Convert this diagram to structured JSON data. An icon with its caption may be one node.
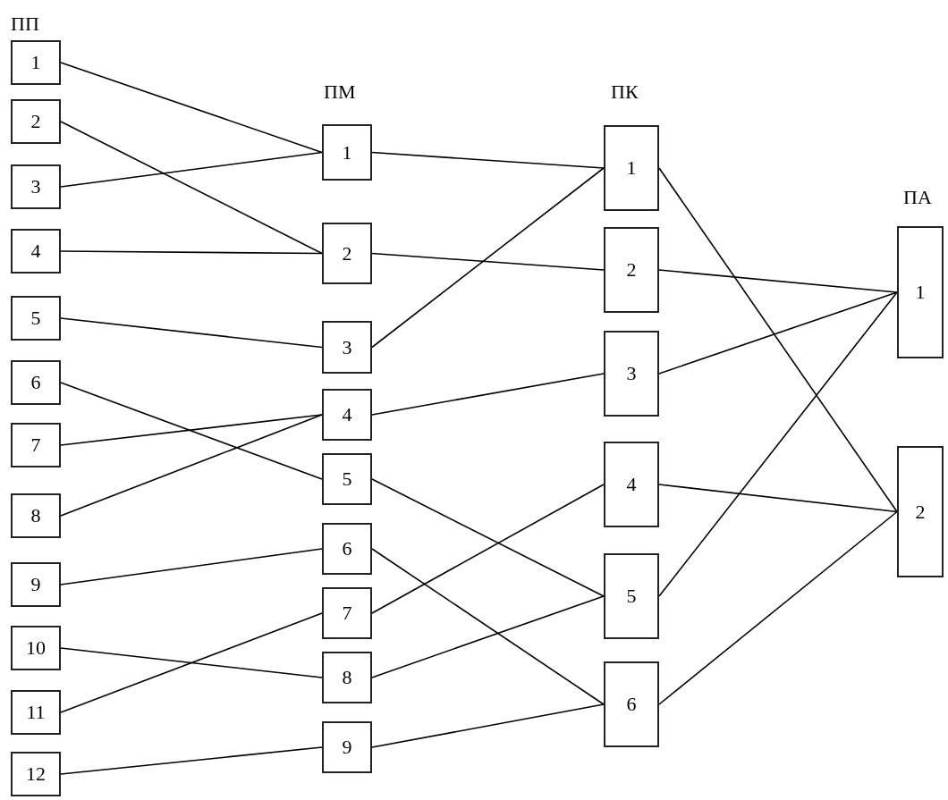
{
  "diagram": {
    "nodes": [
      {
        "text": [
          "1"
        ]
      },
      {
        "text": [
          "2"
        ]
      },
      {
        "text": [
          "3"
        ]
      },
      {
        "text": [
          "4"
        ]
      },
      {
        "text": [
          "5"
        ]
      },
      {
        "text": [
          "6"
        ]
      },
      {
        "text": [
          "7"
        ]
      },
      {
        "text": [
          "8"
        ]
      },
      {
        "text": [
          "9"
        ]
      },
      {
        "text": [
          "10"
        ]
      },
      {
        "text": [
          "11"
        ]
      },
      {
        "text": [
          "12"
        ]
      },
      {
        "text": [
          "1"
        ]
      },
      {
        "text": [
          "2"
        ]
      },
      {
        "text": [
          "3"
        ]
      },
      {
        "text": [
          "4"
        ]
      },
      {
        "text": [
          "5"
        ]
      },
      {
        "text": [
          "6"
        ]
      },
      {
        "text": [
          "7"
        ]
      },
      {
        "text": [
          "8"
        ]
      },
      {
        "text": [
          "9"
        ]
      },
      {
        "text": [
          "1"
        ]
      },
      {
        "text": [
          "2"
        ]
      },
      {
        "text": [
          "3"
        ]
      },
      {
        "text": [
          "4"
        ]
      },
      {
        "text": [
          "5"
        ]
      },
      {
        "text": [
          "6"
        ]
      },
      {
        "text": [
          "1"
        ]
      },
      {
        "text": [
          "2"
        ]
      }
    ],
    "edges": [
      {
        "from": 0,
        "to": 12,
        "arrow": "none"
      },
      {
        "from": 1,
        "to": 13,
        "arrow": "none"
      },
      {
        "from": 2,
        "to": 12,
        "arrow": "none"
      },
      {
        "from": 3,
        "to": 13,
        "arrow": "none"
      },
      {
        "from": 4,
        "to": 14,
        "arrow": "none"
      },
      {
        "from": 5,
        "to": 16,
        "arrow": "none"
      },
      {
        "from": 6,
        "to": 15,
        "arrow": "none"
      },
      {
        "from": 7,
        "to": 15,
        "arrow": "none"
      },
      {
        "from": 8,
        "to": 17,
        "arrow": "none"
      },
      {
        "from": 9,
        "to": 19,
        "arrow": "none"
      },
      {
        "from": 10,
        "to": 18,
        "arrow": "none"
      },
      {
        "from": 11,
        "to": 20,
        "arrow": "none"
      },
      {
        "from": 12,
        "to": 21,
        "arrow": "none"
      },
      {
        "from": 13,
        "to": 22,
        "arrow": "none"
      },
      {
        "from": 14,
        "to": 21,
        "arrow": "none"
      },
      {
        "from": 15,
        "to": 23,
        "arrow": "none"
      },
      {
        "from": 16,
        "to": 25,
        "arrow": "none"
      },
      {
        "from": 17,
        "to": 26,
        "arrow": "none"
      },
      {
        "from": 18,
        "to": 24,
        "arrow": "none"
      },
      {
        "from": 19,
        "to": 25,
        "arrow": "none"
      },
      {
        "from": 20,
        "to": 26,
        "arrow": "none"
      },
      {
        "from": 21,
        "to": 28,
        "arrow": "none"
      },
      {
        "from": 22,
        "to": 27,
        "arrow": "none"
      },
      {
        "from": 23,
        "to": 27,
        "arrow": "none"
      },
      {
        "from": 24,
        "to": 28,
        "arrow": "none"
      },
      {
        "from": 25,
        "to": 27,
        "arrow": "none"
      },
      {
        "from": 26,
        "to": 28,
        "arrow": "none"
      }
    ],
    "labels": [
      "ПП",
      "ПМ",
      "ПК",
      "ПА"
    ]
  }
}
